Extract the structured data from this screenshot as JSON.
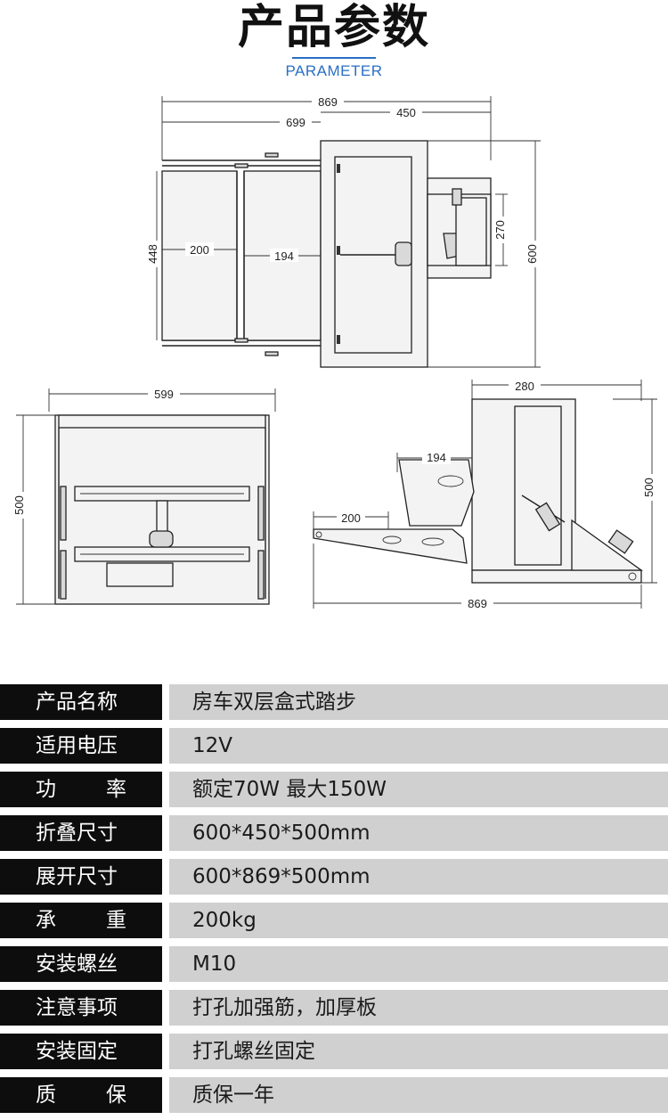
{
  "header": {
    "title": "产品参数",
    "subtitle": "PARAMETER"
  },
  "diagram": {
    "top_view": {
      "total": "869",
      "left": "699",
      "right": "450",
      "depth": "448",
      "left_inner": "200",
      "center_inner": "194",
      "motor": "270",
      "height": "600"
    },
    "front_view": {
      "width": "599",
      "height": "500"
    },
    "side_view": {
      "top": "280",
      "arm": "194",
      "step": "200",
      "height": "500",
      "total": "869"
    }
  },
  "specs": [
    {
      "label": "产品名称",
      "value": "房车双层盒式踏步"
    },
    {
      "label": "适用电压",
      "value": "12V"
    },
    {
      "label_a": "功",
      "label_b": "率",
      "value": "额定70W 最大150W"
    },
    {
      "label": "折叠尺寸",
      "value": "600*450*500mm"
    },
    {
      "label": "展开尺寸",
      "value": "600*869*500mm"
    },
    {
      "label_a": "承",
      "label_b": "重",
      "value": "200kg"
    },
    {
      "label": "安装螺丝",
      "value": "M10"
    },
    {
      "label": "注意事项",
      "value": "打孔加强筋，加厚板"
    },
    {
      "label": "安装固定",
      "value": "打孔螺丝固定"
    },
    {
      "label_a": "质",
      "label_b": "保",
      "value": "质保一年"
    }
  ]
}
